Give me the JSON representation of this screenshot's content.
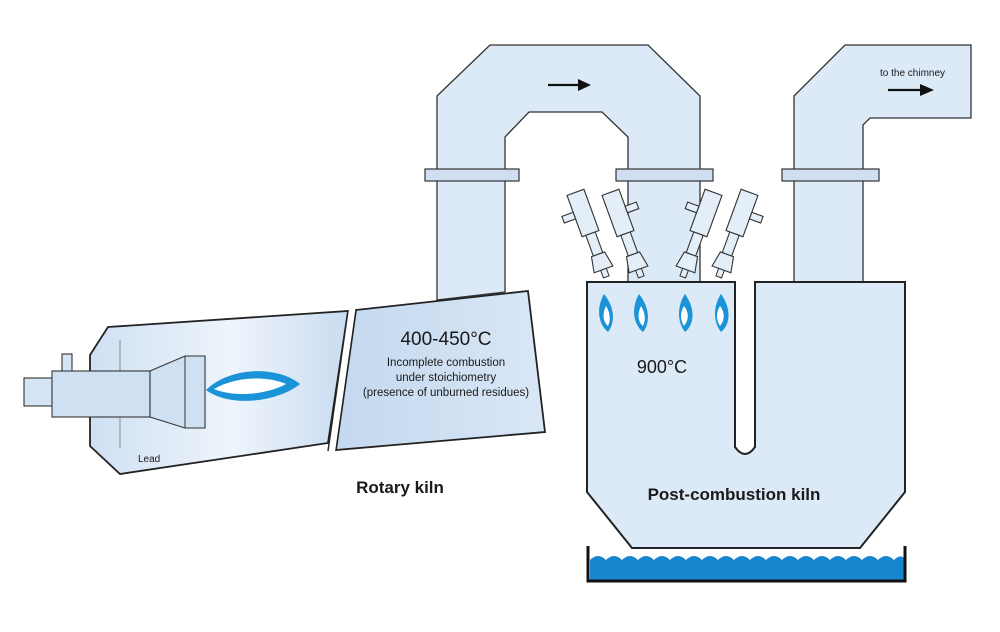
{
  "diagram": {
    "rotary_kiln": {
      "temperature": "400-450°C",
      "description_lines": [
        "Incomplete combustion",
        "under stoichiometry",
        "(presence of unburned residues)"
      ],
      "lead_label": "Lead",
      "title": "Rotary kiln"
    },
    "post_combustion_kiln": {
      "temperature": "900°C",
      "title": "Post-combustion kiln"
    },
    "outlet_label": "to the chimney"
  },
  "colors": {
    "body_fill": "#dce9f7",
    "pale_fill": "#eaf2fb",
    "stroke": "#333333",
    "flame": "#1a93d8",
    "water": "#1786cf"
  }
}
